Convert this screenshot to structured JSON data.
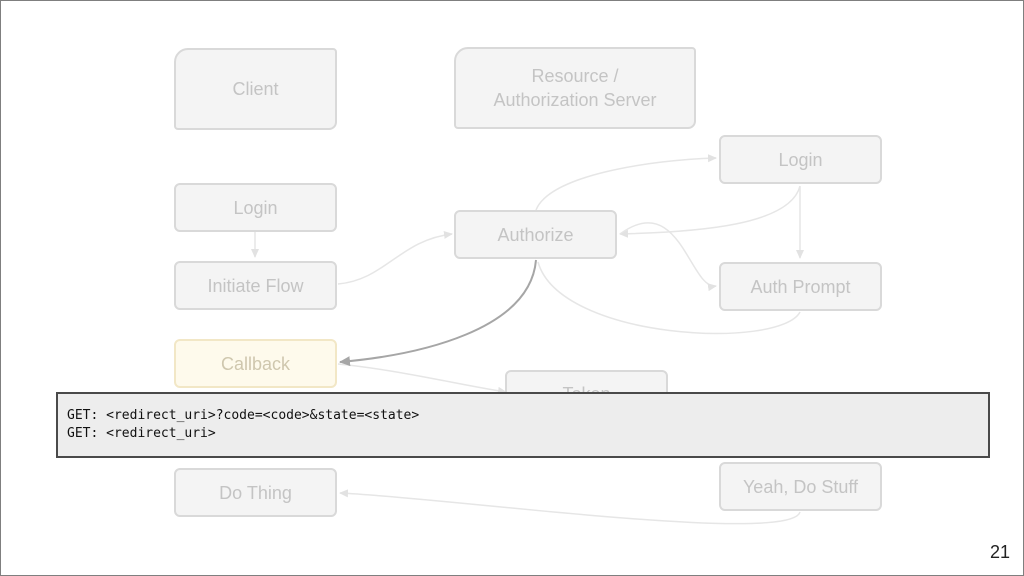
{
  "nodes": {
    "client": "Client",
    "server": "Resource /\nAuthorization Server",
    "client_login": "Login",
    "initiate_flow": "Initiate Flow",
    "callback": "Callback",
    "do_thing": "Do Thing",
    "authorize": "Authorize",
    "token": "Token",
    "server_login": "Login",
    "auth_prompt": "Auth Prompt",
    "yeah_do_stuff": "Yeah, Do Stuff"
  },
  "code_lines": [
    "GET: <redirect_uri>?code=<code>&state=<state>",
    "GET: <redirect_uri>"
  ],
  "page_number": "21",
  "colors": {
    "node_fill": "#f4f4f4",
    "node_border": "#d9d9d9",
    "highlight_fill": "#fefaec",
    "active_edge": "#a6a6a6",
    "faded_edge": "#e6e6e6",
    "code_background": "#ededed"
  }
}
